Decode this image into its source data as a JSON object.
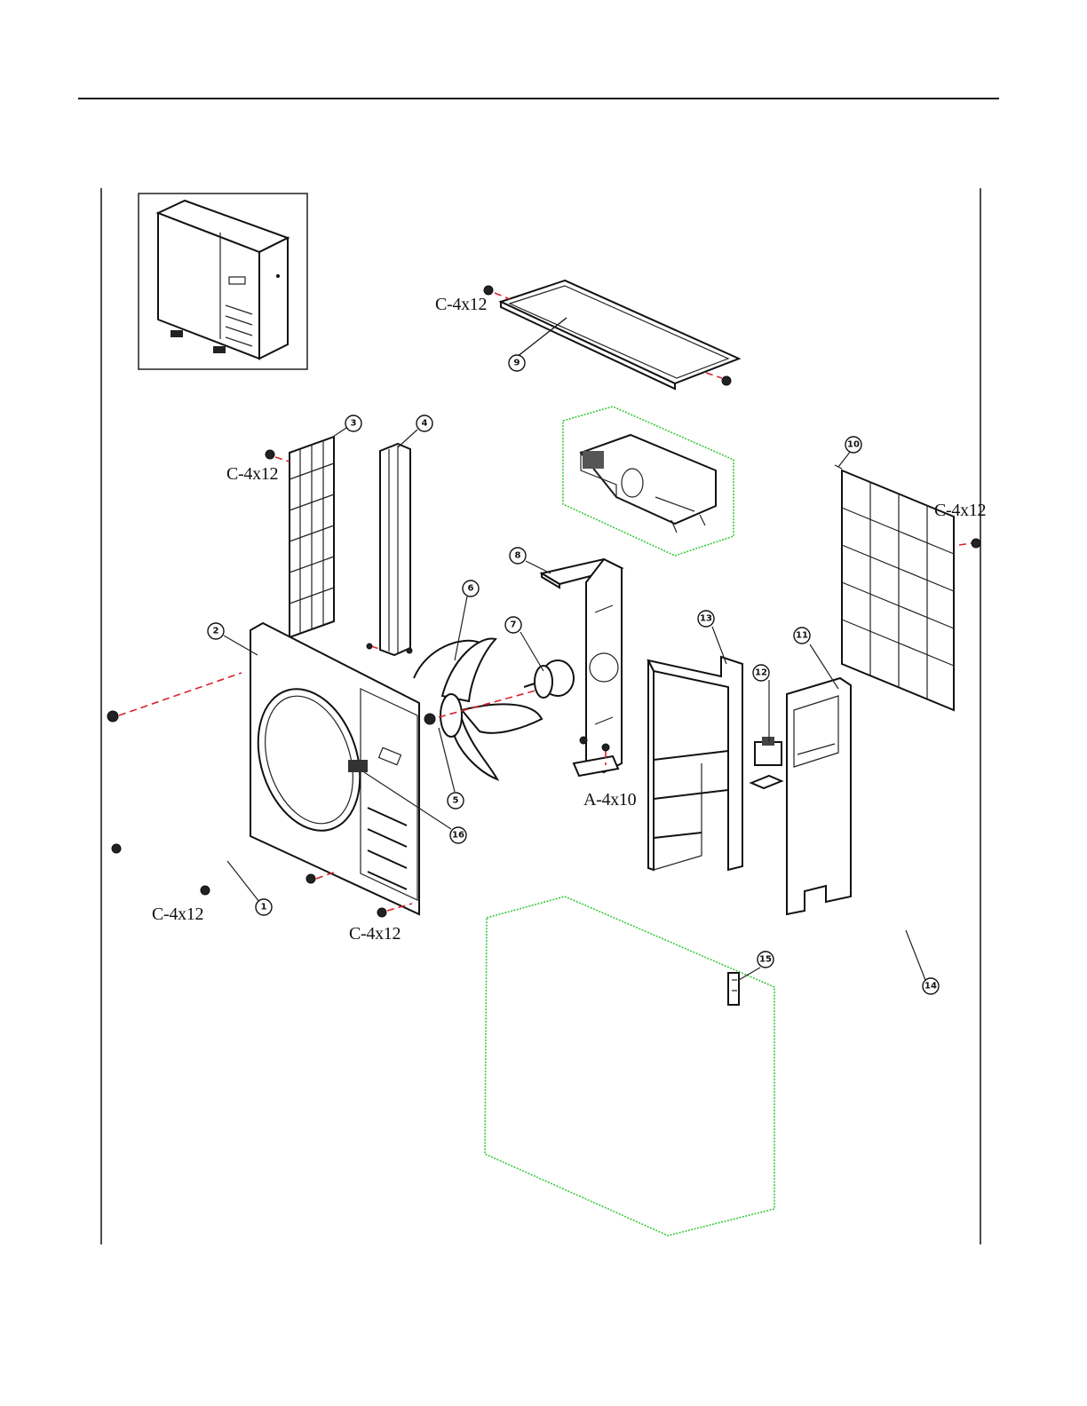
{
  "diagram": {
    "part_numbers": [
      "1",
      "2",
      "3",
      "4",
      "5",
      "6",
      "7",
      "8",
      "9",
      "10",
      "11",
      "12",
      "13",
      "14",
      "15",
      "16"
    ],
    "fastener_labels": {
      "top_cover_screw": "C-4x12",
      "rear_grille_screw": "C-4x12",
      "right_grille_screw": "C-4x12",
      "front_left_screw": "C-4x12",
      "front_bottom_screw": "C-4x12",
      "motor_bracket_screw": "A-4x10"
    },
    "colors": {
      "line": "#111111",
      "dashed_guide": "#d8232a",
      "subassembly_outline": "#38c938"
    }
  }
}
